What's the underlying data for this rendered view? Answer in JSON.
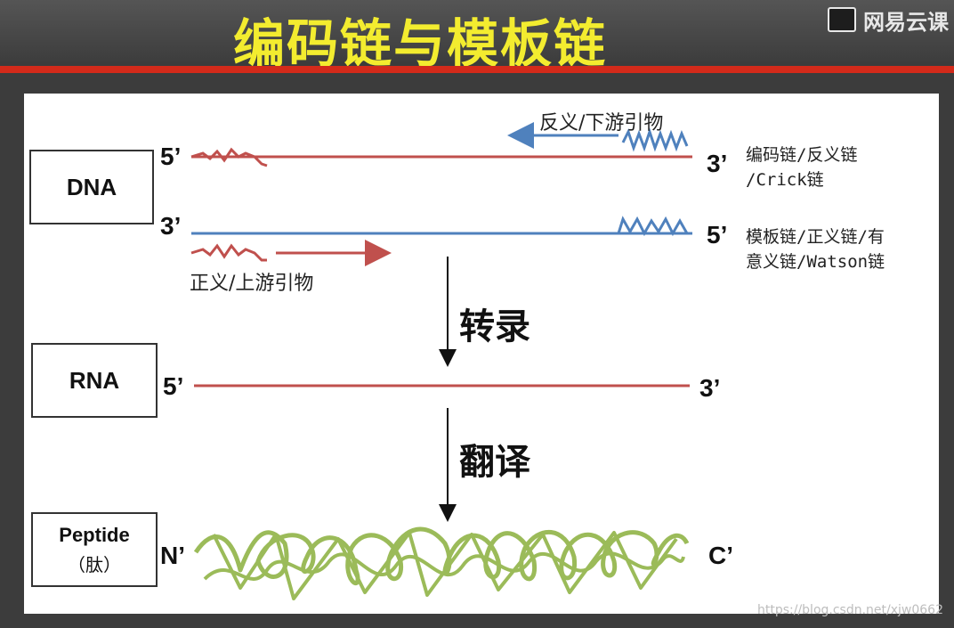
{
  "header": {
    "title": "编码链与模板链",
    "logo_text": "网易云课"
  },
  "boxes": {
    "dna": "DNA",
    "rna": "RNA",
    "peptide": "Peptide",
    "peptide_cn": "（肽）"
  },
  "ends": {
    "dna_top_left": "5’",
    "dna_top_right": "3’",
    "dna_bottom_left": "3’",
    "dna_bottom_right": "5’",
    "rna_left": "5’",
    "rna_right": "3’",
    "peptide_left": "N’",
    "peptide_right": "C’"
  },
  "labels": {
    "reverse_primer": "反义/下游引物",
    "forward_primer": "正义/上游引物",
    "coding_strand_line1": "编码链/反义链",
    "coding_strand_line2": "/Crick链",
    "template_strand_line1": "模板链/正义链/有",
    "template_strand_line2": "意义链/Watson链",
    "transcription": "转录",
    "translation": "翻译"
  },
  "colors": {
    "coding": "#c0504d",
    "template": "#4f81bd",
    "peptide": "#9bbb59",
    "title": "#f3ec2f",
    "bar": "#d32a1a"
  },
  "watermark": "https://blog.csdn.net/xjw0662"
}
